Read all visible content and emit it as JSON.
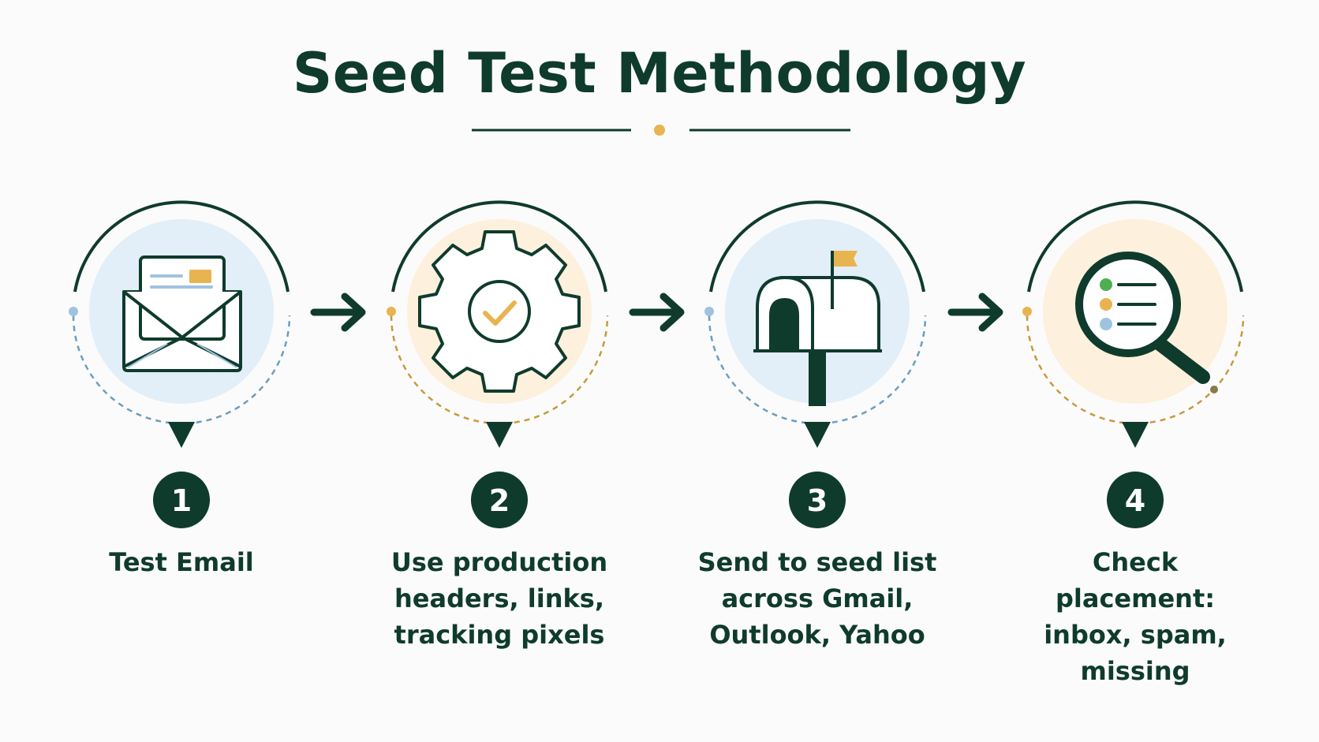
{
  "title": "Seed Test Methodology",
  "colors": {
    "primary": "#0f3b2c",
    "accent": "#e8b450",
    "blue_fill": "#e2eef8",
    "peach_fill": "#fdf0dc",
    "blue_dash": "#6d9ebf"
  },
  "steps": [
    {
      "number": "1",
      "label": "Test Email",
      "icon": "open-envelope-icon",
      "theme": "blue"
    },
    {
      "number": "2",
      "label": "Use production headers, links, tracking pixels",
      "icon": "gear-check-icon",
      "theme": "peach"
    },
    {
      "number": "3",
      "label": "Send to seed list across Gmail, Outlook, Yahoo",
      "icon": "mailbox-icon",
      "theme": "blue"
    },
    {
      "number": "4",
      "label": "Check placement: inbox, spam, missing",
      "icon": "magnifier-list-icon",
      "theme": "peach"
    }
  ],
  "connectors": [
    "arrow-right-icon",
    "arrow-right-icon",
    "arrow-right-icon"
  ]
}
